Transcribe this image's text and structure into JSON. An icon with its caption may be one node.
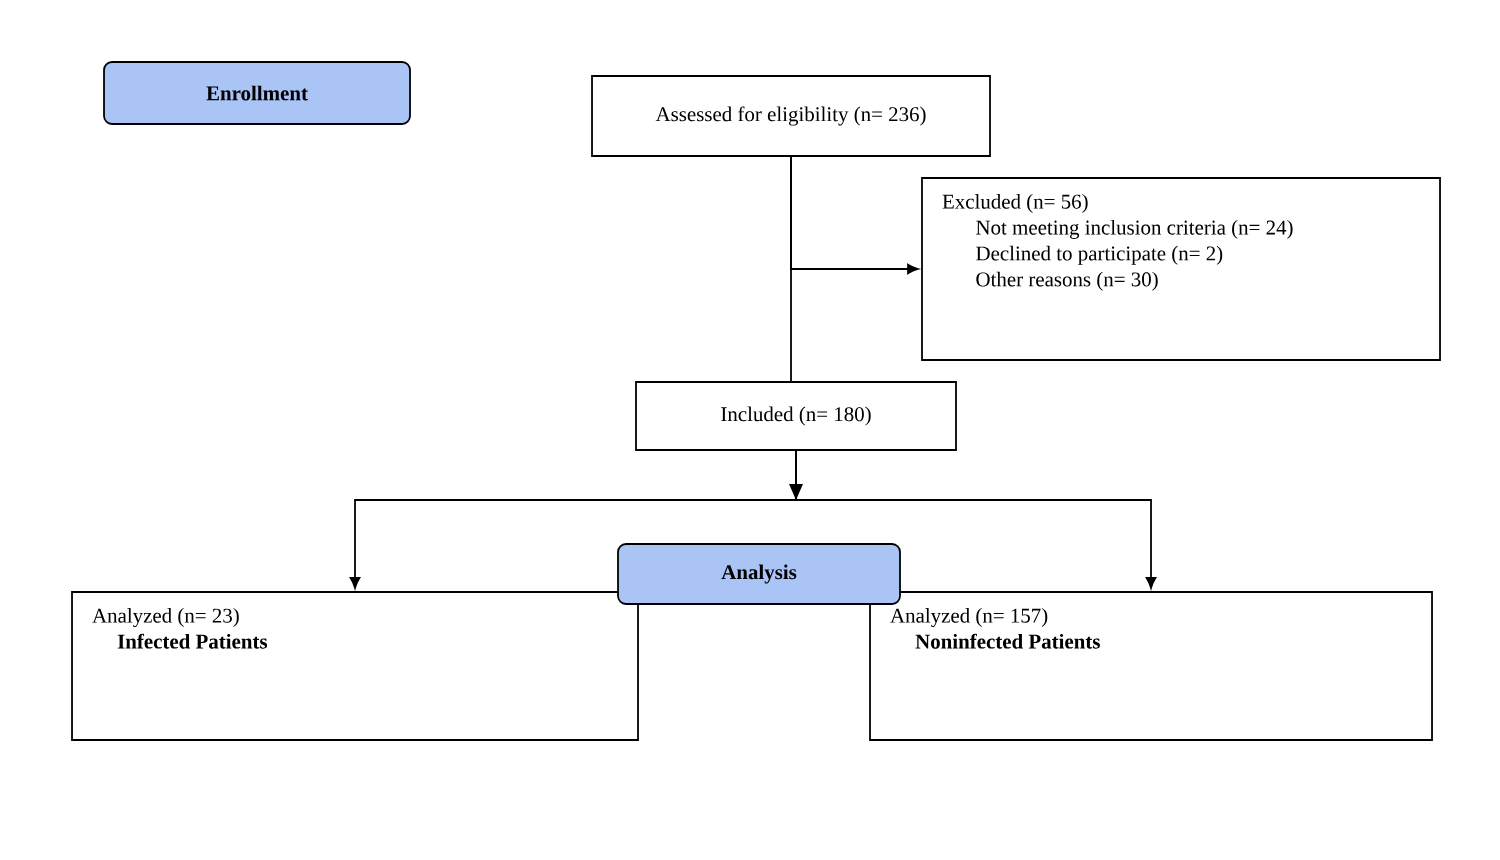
{
  "diagram": {
    "nodes": [
      {
        "text": [
          "Enrollment"
        ]
      },
      {
        "text": [
          "Assessed for eligibility (n= 236)"
        ]
      },
      {
        "text": [
          "Excluded (n= 56)",
          "Not meeting inclusion criteria (n= 24)",
          "Declined to participate (n= 2)",
          "Other reasons (n= 30)"
        ]
      },
      {
        "text": [
          "Included (n= 180)"
        ]
      },
      {
        "text": [
          "Analysis"
        ]
      },
      {
        "text": [
          "Analyzed (n= 23)",
          "Infected Patients"
        ]
      },
      {
        "text": [
          "Analyzed (n= 157)",
          "Noninfected Patients"
        ]
      }
    ],
    "edges": [
      {
        "from": 1,
        "to": 2,
        "arrow": "to"
      },
      {
        "from": 1,
        "to": 3,
        "arrow": "none"
      },
      {
        "from": 3,
        "to": 5,
        "arrow": "to"
      },
      {
        "from": 3,
        "to": 6,
        "arrow": "to"
      }
    ]
  }
}
